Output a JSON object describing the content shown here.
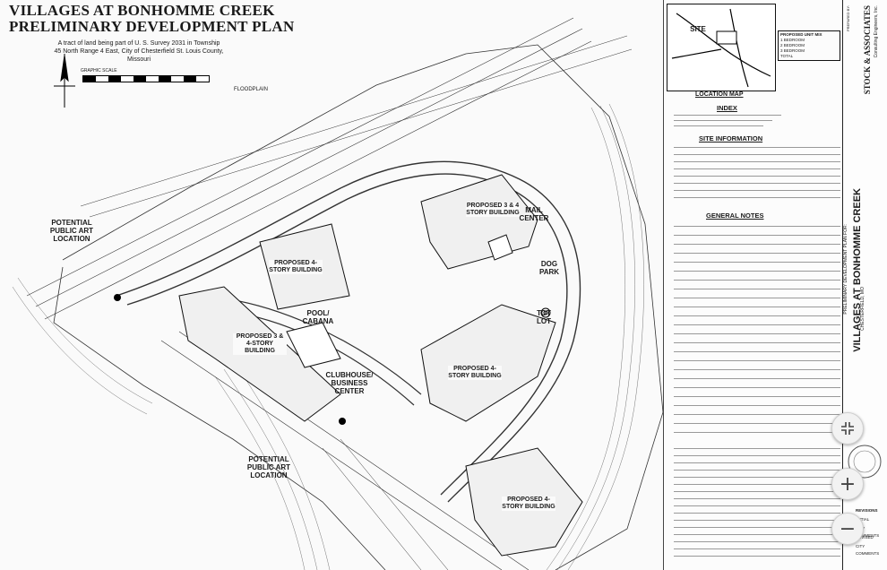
{
  "title": {
    "line1": "VILLAGES AT BONHOMME CREEK",
    "line2": "PRELIMINARY DEVELOPMENT PLAN",
    "description": "A tract of land being part of U. S. Survey 2031 in Township 45 North Range 4 East, City of Chesterfield St. Louis County, Missouri"
  },
  "graphic_scale": {
    "label": "GRAPHIC SCALE"
  },
  "site_labels": {
    "public_art_1": "POTENTIAL PUBLIC ART LOCATION",
    "public_art_2": "POTENTIAL PUBLIC ART LOCATION",
    "pool": "POOL/ CABANA",
    "clubhouse": "CLUBHOUSE/ BUSINESS CENTER",
    "tot_lot": "TOT LOT",
    "dog_park": "DOG PARK",
    "mail_center": "MAIL CENTER",
    "floodplain": "FLOODPLAIN"
  },
  "buildings": {
    "b1": "PROPOSED 3 & 4 STORY BUILDING",
    "b2": "PROPOSED 4-STORY BUILDING",
    "b3": "PROPOSED 3 & 4-STORY BUILDING",
    "b4": "PROPOSED 4-STORY BUILDING",
    "b5": "PROPOSED 4-STORY BUILDING"
  },
  "right_panel": {
    "site_tag": "SITE",
    "location_map": "LOCATION MAP",
    "index": "INDEX",
    "site_information": "SITE INFORMATION",
    "general_notes": "GENERAL NOTES",
    "unit_mix_title": "PROPOSED UNIT MIX",
    "unit_mix": [
      "1 BEDROOM",
      "2 BEDROOM",
      "3 BEDROOM",
      "TOTAL"
    ],
    "revisions": "REVISIONS",
    "rev_items": [
      "INITIAL",
      "CITY COMMENTS",
      "REVISED",
      "CITY COMMENTS"
    ]
  },
  "title_block": {
    "project_sub": "PRELIMINARY DEVELOPMENT PLAN FOR:",
    "project": "VILLAGES AT BONHOMME CREEK",
    "city": "CHESTERFIELD, MO",
    "firm": "STOCK & ASSOCIATES",
    "firm_sub": "Consulting Engineers, Inc.",
    "prepared_by": "PREPARED BY:"
  },
  "controls": {
    "collapse_icon": "collapse-arrows-icon",
    "zoom_in": "+",
    "zoom_out": "−"
  },
  "colors": {
    "ink": "#1a1a1a",
    "paper": "#fafafa"
  }
}
